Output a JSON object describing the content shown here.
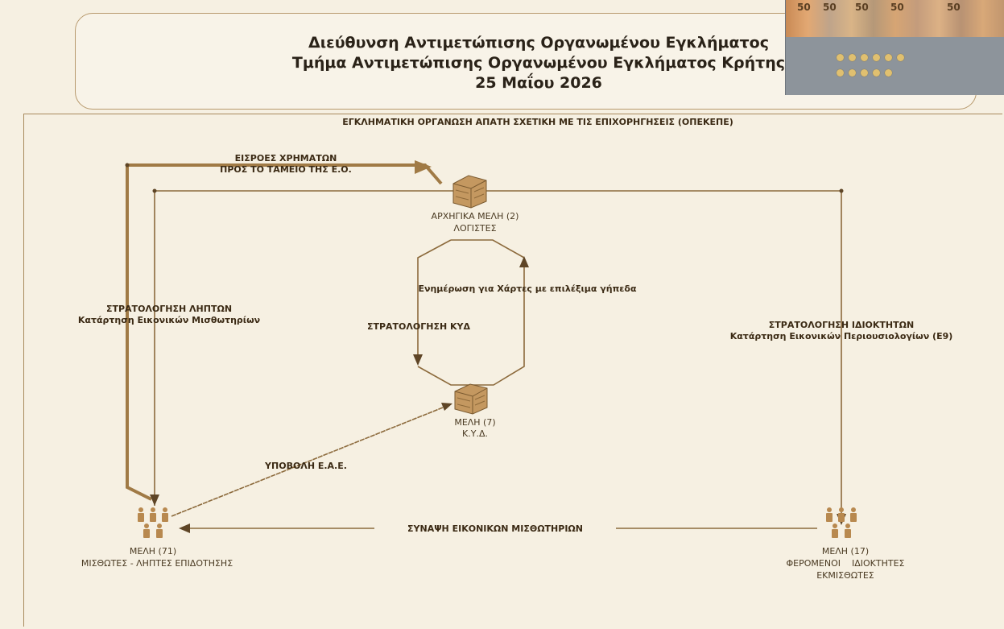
{
  "header": {
    "line1": "Διεύθυνση Αντιμετώπισης Οργανωμένου Εγκλήματος",
    "line2": "Τμήμα Αντιμετώπισης Οργανωμένου Εγκλήματος Κρήτης",
    "line3": "25 Μαΐου 2026"
  },
  "photo": {
    "note_text": "50"
  },
  "diagram": {
    "title": "ΕΓΚΛΗΜΑΤΙΚΗ ΟΡΓΑΝΩΣΗ ΑΠΑΤΗ ΣΧΕΤΙΚΗ ΜΕ ΤΙΣ ΕΠΙΧΟΡΗΓΗΣΕΙΣ (ΟΠΕΚΕΠΕ)",
    "inflow_line1": "ΕΙΣΡΟΕΣ ΧΡΗΜΑΤΩΝ",
    "inflow_line2": "ΠΡΟΣ ΤΟ ΤΑΜΕΙΟ ΤΗΣ Ε.Ο.",
    "leaders_line1": "ΑΡΧΗΓΙΚΑ ΜΕΛΗ (2)",
    "leaders_line2": "ΛΟΓΙΣΤΕΣ",
    "inform_label": "Ενημέρωση για Χάρτες με επιλέξιμα γήπεδα",
    "recruit_kyd": "ΣΤΡΑΤΟΛΟΓΗΣΗ ΚΥΔ",
    "kyd_line1": "ΜΕΛΗ (7)",
    "kyd_line2": "Κ.Υ.Δ.",
    "recruit_left_line1": "ΣΤΡΑΤΟΛΟΓΗΣΗ ΛΗΠΤΩΝ",
    "recruit_left_line2": "Κατάρτηση Εικονικών Μισθωτηρίων",
    "recruit_right_line1": "ΣΤΡΑΤΟΛΟΓΗΣΗ ΙΔΙΟΚΤΗΤΩΝ",
    "recruit_right_line2": "Κατάρτηση Εικονικών Περιουσιολογίων (Ε9)",
    "submit_label": "ΥΠΟΒΟΛΗ Ε.Α.Ε.",
    "lease_label": "ΣΥΝΑΨΗ ΕΙΚΟΝΙΚΩΝ ΜΙΣΘΩΤΗΡΙΩΝ",
    "tenants_line1": "ΜΕΛΗ  (71)",
    "tenants_line2": "ΜΙΣΘΩΤΕΣ - ΛΗΠΤΕΣ ΕΠΙΔΟΤΗΣΗΣ",
    "owners_line1": "ΜΕΛΗ  (17)",
    "owners_line2": "ΦΕΡΟΜΕΝΟΙ    ΙΔΙΟΚΤΗΤΕΣ",
    "owners_line3": "ΕΚΜΙΣΘΩΤΕΣ"
  },
  "colors": {
    "line": "#8c6a3c",
    "thick_line": "#a07a45",
    "icon": "#b8894f"
  }
}
